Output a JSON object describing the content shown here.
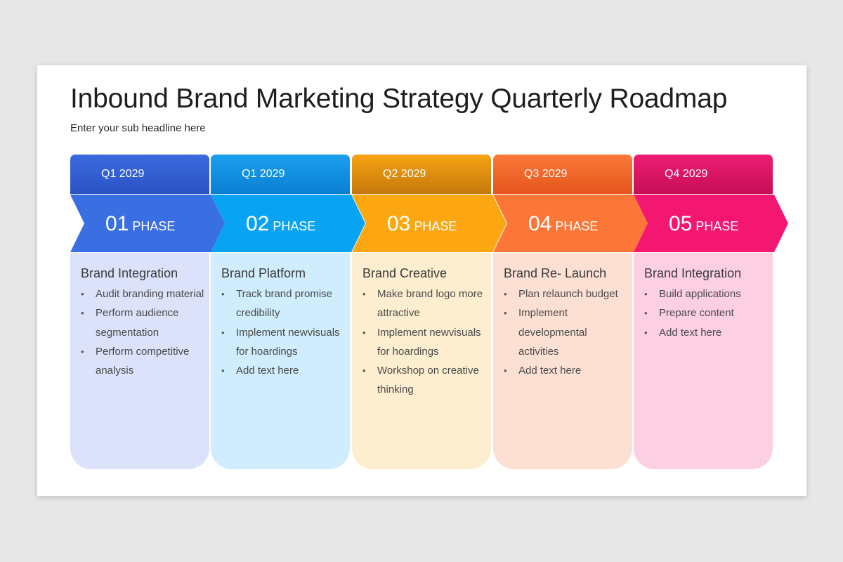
{
  "title": "Inbound Brand Marketing Strategy Quarterly Roadmap",
  "subtitle": "Enter your sub headline here",
  "phases": [
    {
      "quarter": "Q1 2029",
      "number": "01",
      "phase_word": "PHASE",
      "heading": "Brand Integration",
      "items": [
        "Audit branding material",
        "Perform audience segmentation",
        "Perform competitive analysis"
      ],
      "colors": {
        "head_from": "#3c6be0",
        "head_to": "#2a53c4",
        "chevron": "#3a6fe3",
        "body": "#dbe2fa"
      }
    },
    {
      "quarter": "Q1 2029",
      "number": "02",
      "phase_word": "PHASE",
      "heading": "Brand Platform",
      "items": [
        "Track brand promise credibility",
        "Implement newvisuals for hoardings",
        "Add text here"
      ],
      "colors": {
        "head_from": "#1ba0ee",
        "head_to": "#0a7fd2",
        "chevron": "#08a4f3",
        "body": "#cfedfd"
      }
    },
    {
      "quarter": "Q2 2029",
      "number": "03",
      "phase_word": "PHASE",
      "heading": "Brand Creative",
      "items": [
        "Make brand logo more attractive",
        "Implement newvisuals for hoardings",
        "Workshop on creative thinking"
      ],
      "colors": {
        "head_from": "#f7a315",
        "head_to": "#c5780a",
        "chevron": "#fca712",
        "body": "#fdeecf"
      }
    },
    {
      "quarter": "Q3 2029",
      "number": "04",
      "phase_word": "PHASE",
      "heading": "Brand Re- Launch",
      "items": [
        "Plan relaunch budget",
        "Implement developmental activities",
        "Add text here"
      ],
      "colors": {
        "head_from": "#fb7a3b",
        "head_to": "#e4541b",
        "chevron": "#fb7637",
        "body": "#fde0d4"
      }
    },
    {
      "quarter": "Q4 2029",
      "number": "05",
      "phase_word": "PHASE",
      "heading": "Brand Integration",
      "items": [
        "Build applications",
        "Prepare content",
        "Add text here"
      ],
      "colors": {
        "head_from": "#ee1d73",
        "head_to": "#c60e56",
        "chevron": "#f41772",
        "body": "#fdcfe2"
      }
    }
  ]
}
